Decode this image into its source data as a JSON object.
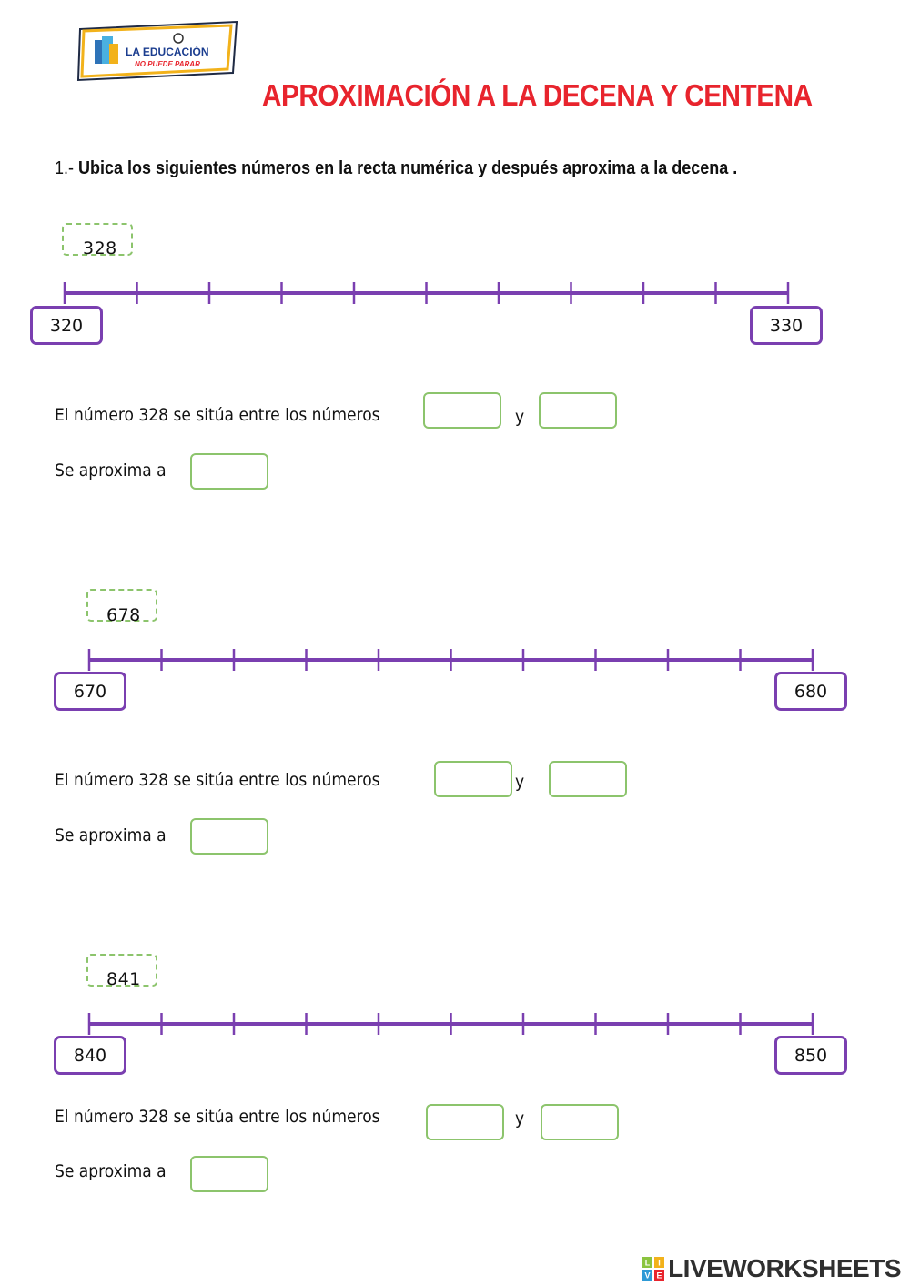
{
  "logo": {
    "line1": "LA EDUCACIÓN",
    "line2": "NO PUEDE PARAR"
  },
  "title": "APROXIMACIÓN A LA DECENA Y CENTENA",
  "instruction": {
    "number": "1.-",
    "text": "Ubica los siguientes números en la recta numérica y después aproxima a la decena ."
  },
  "exercises": [
    {
      "number": "328",
      "start": "320",
      "end": "330",
      "sentence": "El número 328 se sitúa entre los números",
      "and_word": "y",
      "approx_label": "Se aproxima a"
    },
    {
      "number": "678",
      "start": "670",
      "end": "680",
      "sentence": "El número 328 se sitúa entre los números",
      "and_word": "y",
      "approx_label": "Se aproxima a"
    },
    {
      "number": "841",
      "start": "840",
      "end": "850",
      "sentence": "El número 328 se sitúa entre los números",
      "and_word": "y",
      "approx_label": "Se aproxima a"
    }
  ],
  "footer": {
    "brand": "LIVEWORKSHEETS",
    "badge_letters": [
      "L",
      "I",
      "V",
      "E"
    ]
  },
  "colors": {
    "title": "#e8242d",
    "line": "#7a3fb0",
    "answer_border": "#8cc46c"
  }
}
